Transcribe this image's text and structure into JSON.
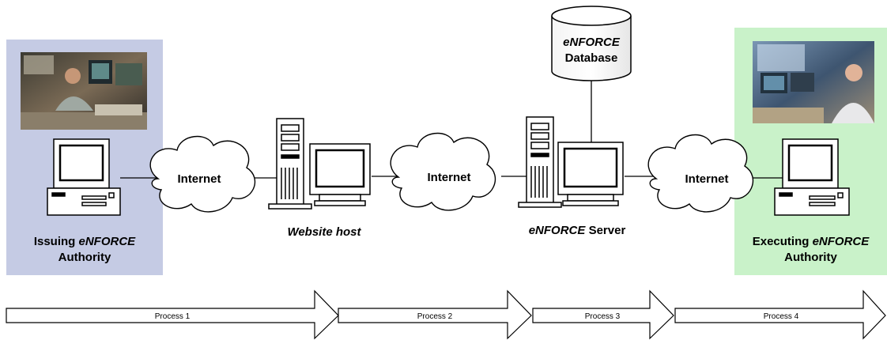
{
  "clouds": [
    {
      "label": "Internet"
    },
    {
      "label": "Internet"
    },
    {
      "label": "Internet"
    }
  ],
  "issuing": {
    "line1_pre": "Issuing ",
    "line1_em": "eNFORCE",
    "line2": "Authority"
  },
  "website_host": {
    "label": "Website host"
  },
  "server": {
    "label_em": "eNFORCE",
    "label_rest": " Server"
  },
  "database": {
    "line1_em": "eNFORCE",
    "line2": "Database"
  },
  "executing": {
    "line1_pre": "Executing ",
    "line1_em": "eNFORCE",
    "line2": "Authority"
  },
  "processes": [
    {
      "label": "Process 1"
    },
    {
      "label": "Process 2"
    },
    {
      "label": "Process 3"
    },
    {
      "label": "Process 4"
    }
  ],
  "colors": {
    "issuing_panel": "#c5cbe4",
    "executing_panel": "#c9f2c9",
    "line": "#000000"
  }
}
